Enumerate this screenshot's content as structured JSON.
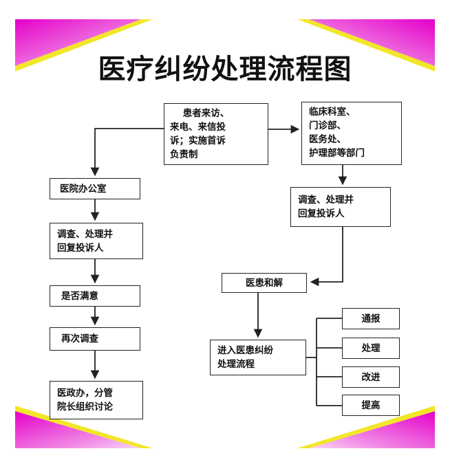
{
  "title": "医疗纠纷处理流程图",
  "nodes": {
    "complaint": "    患者来访、\n来电、来信投\n诉；实施首诉\n负责制",
    "departments": "临床科室、\n门诊部、\n医务处、\n护理部等部门",
    "dept_investigate": "调查、处理并\n回复投诉人",
    "hospital_office": "医院办公室",
    "office_investigate": "调查、处理并\n回复投诉人",
    "satisfied": "是否满意",
    "reinvestigate": "再次调查",
    "discussion": "医政办，分管\n院长组织讨论",
    "reconcile": "医患和解",
    "dispute_process": "进入医患纠纷\n处理流程",
    "notify": "通报",
    "handle": "处理",
    "improve": "改进",
    "raise": "提高"
  },
  "colors": {
    "corner_magenta": "#e400c9",
    "corner_yellow": "#f2e62a",
    "line": "#222222"
  }
}
